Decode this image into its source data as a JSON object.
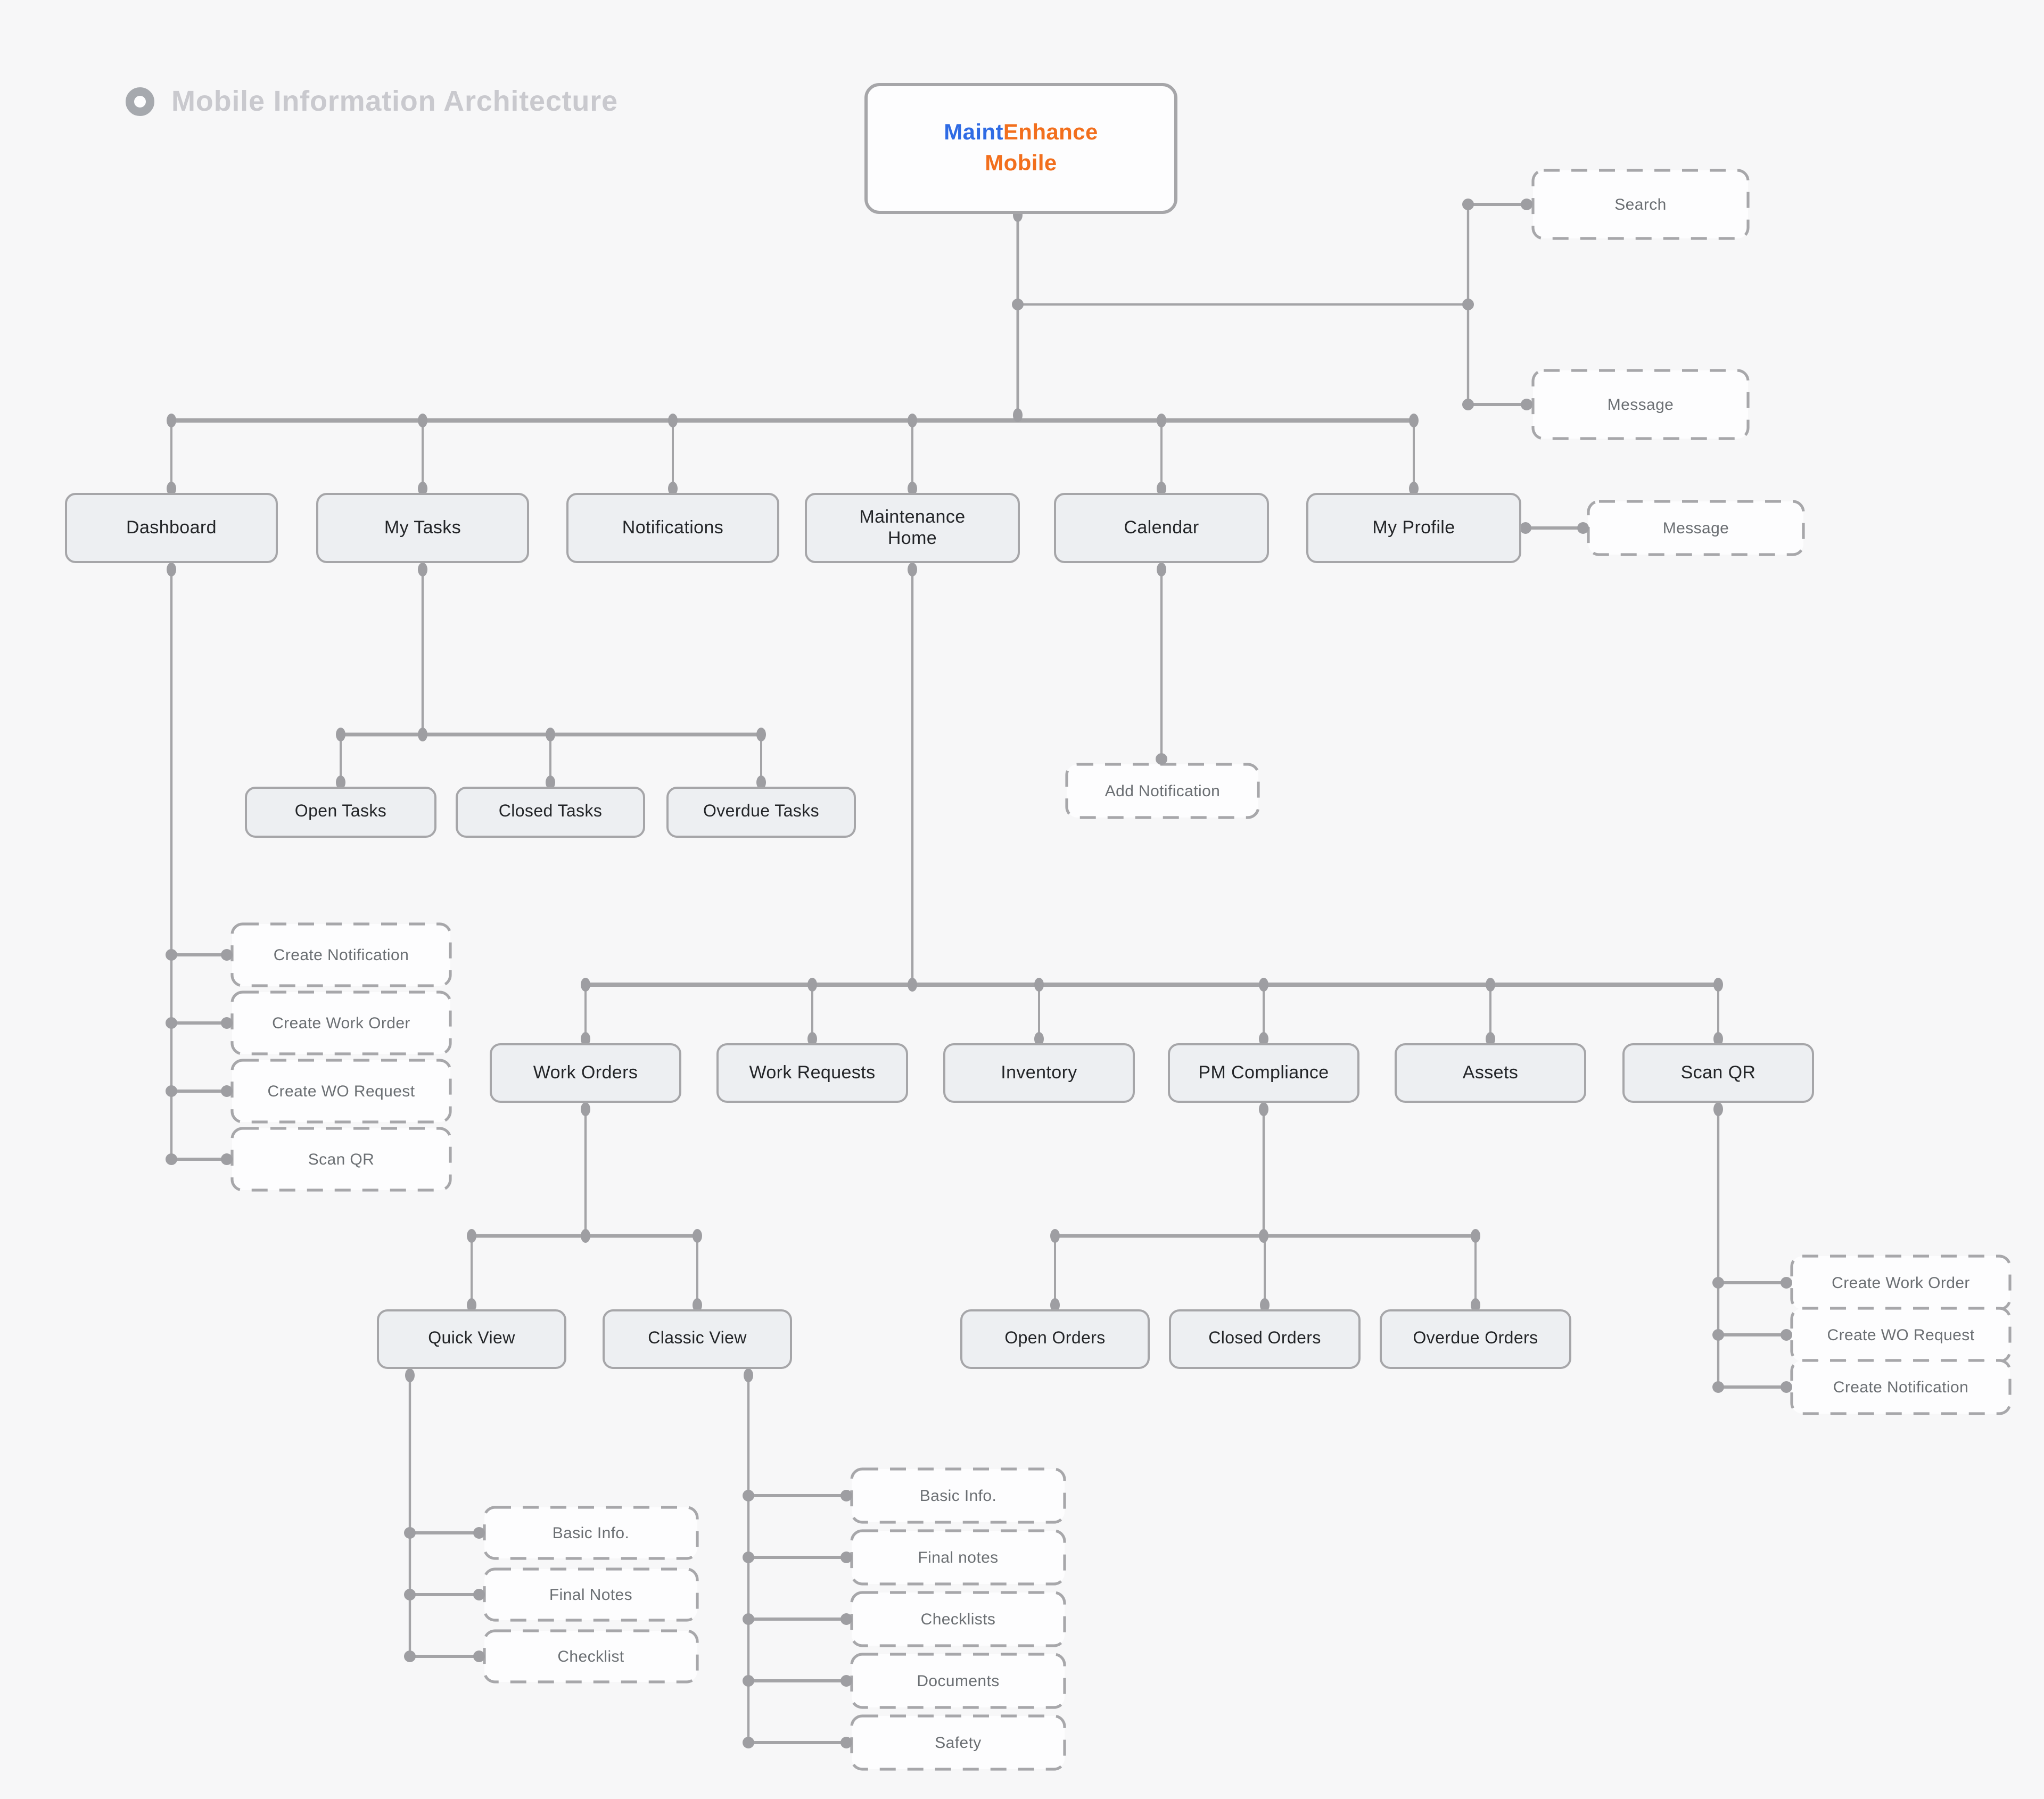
{
  "page": {
    "title": "Mobile Information Architecture"
  },
  "root": {
    "maint": "Maint",
    "enhance": "Enhance",
    "mobile": "Mobile"
  },
  "colors": {
    "background": "#f7f7f8",
    "brand_blue": "#2f6be4",
    "brand_orange": "#f26f1d",
    "connector_gray": "#a4a4a7",
    "solid_node_fill": "#edeff2",
    "node_border": "#a6a6a9",
    "solid_node_text": "#232528",
    "dashed_node_text": "#6b6f73",
    "title_text": "#c9c9ce"
  },
  "nodes": {
    "search": {
      "label": "Search",
      "type": "dashed"
    },
    "message_top": {
      "label": "Message",
      "type": "dashed"
    },
    "dashboard": {
      "label": "Dashboard",
      "type": "solid"
    },
    "my_tasks": {
      "label": "My Tasks",
      "type": "solid"
    },
    "notifications": {
      "label": "Notifications",
      "type": "solid"
    },
    "maintenance_home": {
      "label": "Maintenance\nHome",
      "type": "solid"
    },
    "calendar": {
      "label": "Calendar",
      "type": "solid"
    },
    "my_profile": {
      "label": "My Profile",
      "type": "solid"
    },
    "message_profile": {
      "label": "Message",
      "type": "dashed"
    },
    "open_tasks": {
      "label": "Open Tasks",
      "type": "solid"
    },
    "closed_tasks": {
      "label": "Closed Tasks",
      "type": "solid"
    },
    "overdue_tasks": {
      "label": "Overdue Tasks",
      "type": "solid"
    },
    "dash_create_notification": {
      "label": "Create Notification",
      "type": "dashed"
    },
    "dash_create_work_order": {
      "label": "Create Work Order",
      "type": "dashed"
    },
    "dash_create_wo_request": {
      "label": "Create WO Request",
      "type": "dashed"
    },
    "dash_scan_qr": {
      "label": "Scan QR",
      "type": "dashed"
    },
    "add_notification": {
      "label": "Add Notification",
      "type": "dashed"
    },
    "work_orders": {
      "label": "Work Orders",
      "type": "solid"
    },
    "work_requests": {
      "label": "Work Requests",
      "type": "solid"
    },
    "inventory": {
      "label": "Inventory",
      "type": "solid"
    },
    "pm_compliance": {
      "label": "PM Compliance",
      "type": "solid"
    },
    "assets": {
      "label": "Assets",
      "type": "solid"
    },
    "scan_qr": {
      "label": "Scan QR",
      "type": "solid"
    },
    "quick_view": {
      "label": "Quick View",
      "type": "solid"
    },
    "classic_view": {
      "label": "Classic View",
      "type": "solid"
    },
    "open_orders": {
      "label": "Open Orders",
      "type": "solid"
    },
    "closed_orders": {
      "label": "Closed Orders",
      "type": "solid"
    },
    "overdue_orders": {
      "label": "Overdue Orders",
      "type": "solid"
    },
    "sq_create_work_order": {
      "label": "Create Work Order",
      "type": "dashed"
    },
    "sq_create_wo_request": {
      "label": "Create WO Request",
      "type": "dashed"
    },
    "sq_create_notification": {
      "label": "Create Notification",
      "type": "dashed"
    },
    "qv_basic_info": {
      "label": "Basic Info.",
      "type": "dashed"
    },
    "qv_final_notes": {
      "label": "Final Notes",
      "type": "dashed"
    },
    "qv_checklist": {
      "label": "Checklist",
      "type": "dashed"
    },
    "cv_basic_info": {
      "label": "Basic Info.",
      "type": "dashed"
    },
    "cv_final_notes": {
      "label": "Final notes",
      "type": "dashed"
    },
    "cv_checklists": {
      "label": "Checklists",
      "type": "dashed"
    },
    "cv_documents": {
      "label": "Documents",
      "type": "dashed"
    },
    "cv_safety": {
      "label": "Safety",
      "type": "dashed"
    }
  }
}
